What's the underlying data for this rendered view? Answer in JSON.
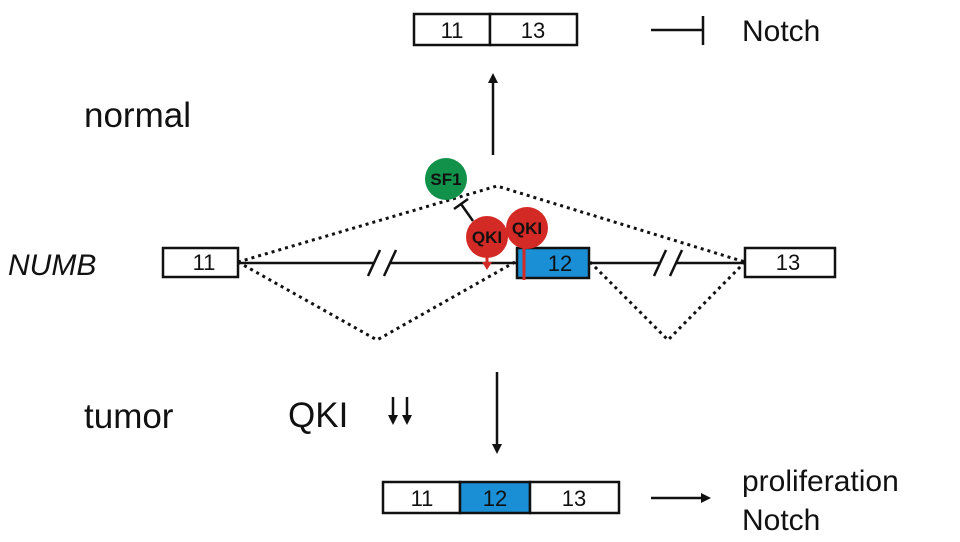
{
  "labels": {
    "normal": "normal",
    "tumor": "tumor",
    "gene": "NUMB",
    "qki_low": "QKI",
    "notch_top": "Notch",
    "proliferation": "proliferation",
    "notch_bottom": "Notch"
  },
  "exons": {
    "gene_11": "11",
    "gene_12": "12",
    "gene_13": "13",
    "top_11": "11",
    "top_13": "13",
    "bottom_11": "11",
    "bottom_12": "12",
    "bottom_13": "13"
  },
  "proteins": {
    "sf1": "SF1",
    "qki_1": "QKI",
    "qki_2": "QKI"
  },
  "colors": {
    "exon12": "#1a8fd6",
    "qki": "#d42a26",
    "sf1": "#11914a",
    "stroke": "#111111"
  }
}
